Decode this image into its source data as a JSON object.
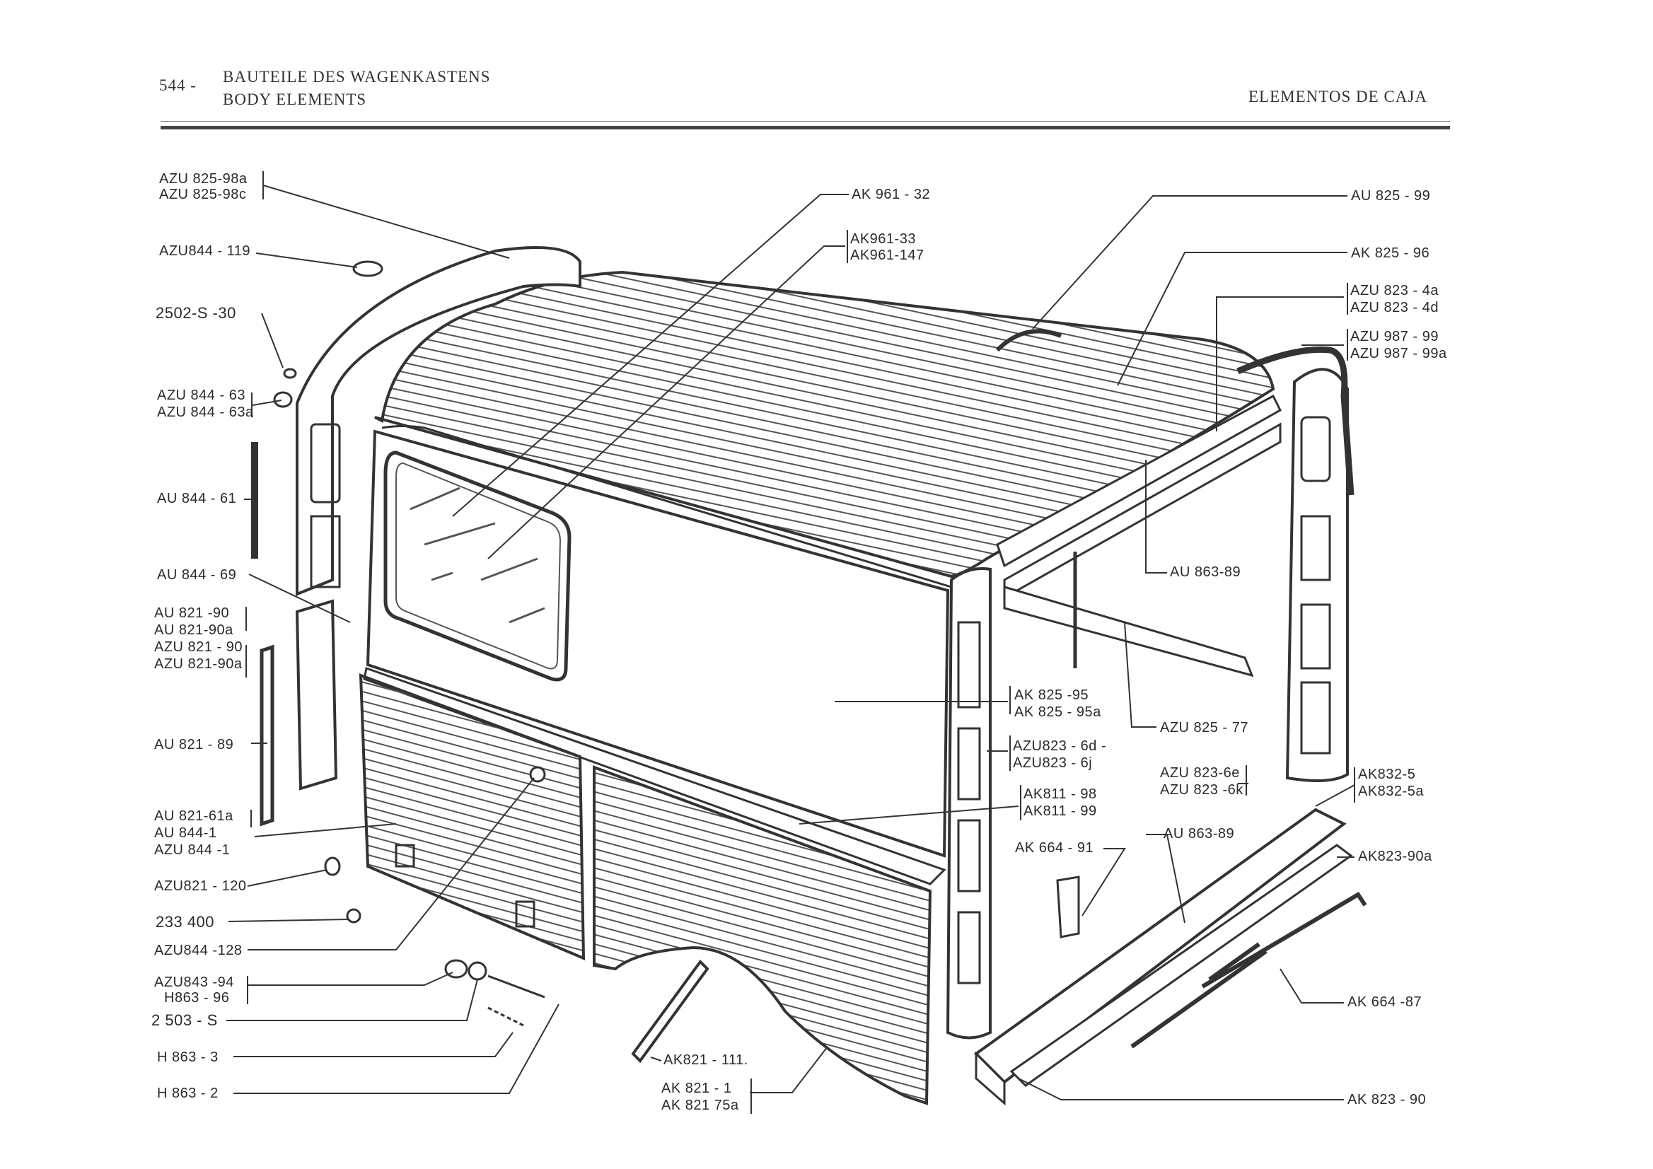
{
  "header": {
    "page_number": "544 -",
    "title_de": "BAUTEILE DES WAGENKASTENS",
    "title_en": "BODY ELEMENTS",
    "title_es": "ELEMENTOS DE CAJA"
  },
  "labels_left": [
    "AZU 825-98a",
    "AZU 825-98c",
    "AZU844 - 119",
    "2502-S -30",
    "AZU 844 - 63",
    "AZU 844 - 63a",
    "AU 844 - 61",
    "AU 844 - 69",
    "AU 821 -90",
    "AU 821-90a",
    "AZU 821 - 90",
    "AZU 821-90a",
    "AU 821 - 89",
    "AU 821-61a",
    "AU 844-1",
    "AZU 844 -1",
    "AZU821 - 120",
    "233 400",
    "AZU844 -128",
    "AZU843 -94",
    "H863 - 96",
    "2 503 - S",
    "H 863 - 3",
    "H 863 - 2"
  ],
  "labels_center": [
    "AK 961 - 32",
    "AK961-33",
    "AK961-147",
    "AK 825 -95",
    "AK 825 - 95a",
    "AZU823 - 6d -",
    "AZU823 - 6j",
    "AK811 - 98",
    "AK811 - 99",
    "AK 664 - 91",
    "AK821 - 111.",
    "AK 821 - 1",
    "AK 821 75a"
  ],
  "labels_right": [
    "AU 825 - 99",
    "AK 825 - 96",
    "AZU 823 - 4a",
    "AZU 823 - 4d",
    "AZU 987 - 99",
    "AZU 987 - 99a",
    "AU 863-89",
    "AZU 825 - 77",
    "AZU 823-6e",
    "AZU 823 -6k",
    "AK832-5",
    "AK832-5a",
    "AU 863-89",
    "AK823-90a",
    "AK 664 -87",
    "AK 823 - 90"
  ]
}
